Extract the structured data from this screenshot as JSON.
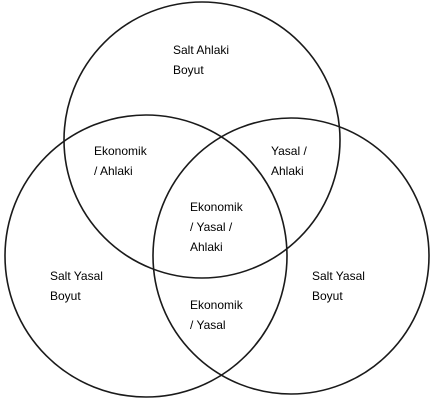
{
  "regions": {
    "top_only": {
      "line1": "Salt Ahlaki",
      "line2": "Boyut"
    },
    "top_left": {
      "line1": "Ekonomik",
      "line2": "/ Ahlaki"
    },
    "top_right": {
      "line1": "Yasal /",
      "line2": "Ahlaki"
    },
    "center": {
      "line1": "Ekonomik",
      "line2": "/ Yasal /",
      "line3": "Ahlaki"
    },
    "left_only": {
      "line1": "Salt Yasal",
      "line2": "Boyut"
    },
    "right_only": {
      "line1": "Salt Yasal",
      "line2": "Boyut"
    },
    "bottom": {
      "line1": "Ekonomik",
      "line2": "/ Yasal"
    }
  },
  "colors": {
    "stroke": "#1a1a1a",
    "background": "#ffffff",
    "text": "#000000"
  }
}
